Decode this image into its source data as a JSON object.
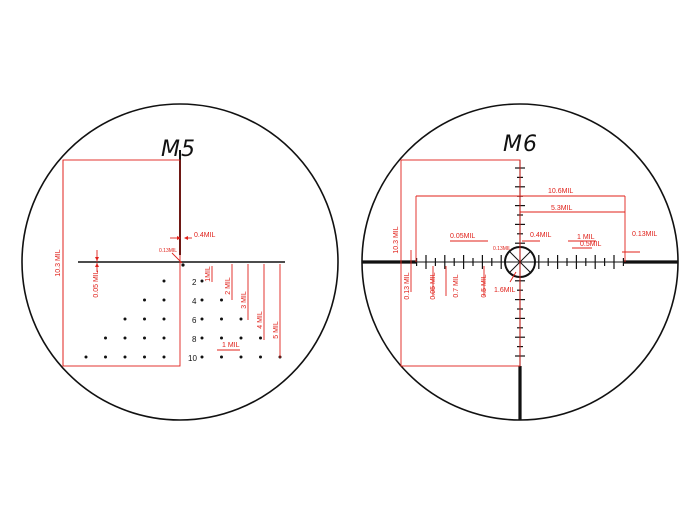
{
  "reticles": [
    {
      "id": "M5",
      "title": "M5",
      "labels": {
        "height": "10.3 MIL",
        "gap": "0.4MIL",
        "center": "0.13MIL",
        "thickness": "0.05 MIL",
        "drop1": "1MIL",
        "drop2": "2 MIL",
        "drop3": "3 MIL",
        "drop4": "4 MIL",
        "drop5": "5 MIL",
        "spacing": "1 MIL"
      },
      "holdover_numbers": [
        "2",
        "4",
        "6",
        "8",
        "10"
      ]
    },
    {
      "id": "M6",
      "title": "M6",
      "labels": {
        "height": "10.3 MIL",
        "center_offset": "0.13 MIL",
        "half_width": "10.6MIL",
        "quarter_width": "5.3MIL",
        "fine": "0.05MIL",
        "center": "0.13MIL",
        "gap": "0.4MIL",
        "mil1": "1 MIL",
        "mil05": "0.5MIL",
        "post_thick": "0.13MIL",
        "thin": "0.05 MIL",
        "tick07": "0.7 MIL",
        "tick05": "0.5 MIL",
        "circle": "1.6MIL"
      }
    }
  ],
  "colors": {
    "annotation": "#e0211a",
    "reticle": "#111111"
  }
}
